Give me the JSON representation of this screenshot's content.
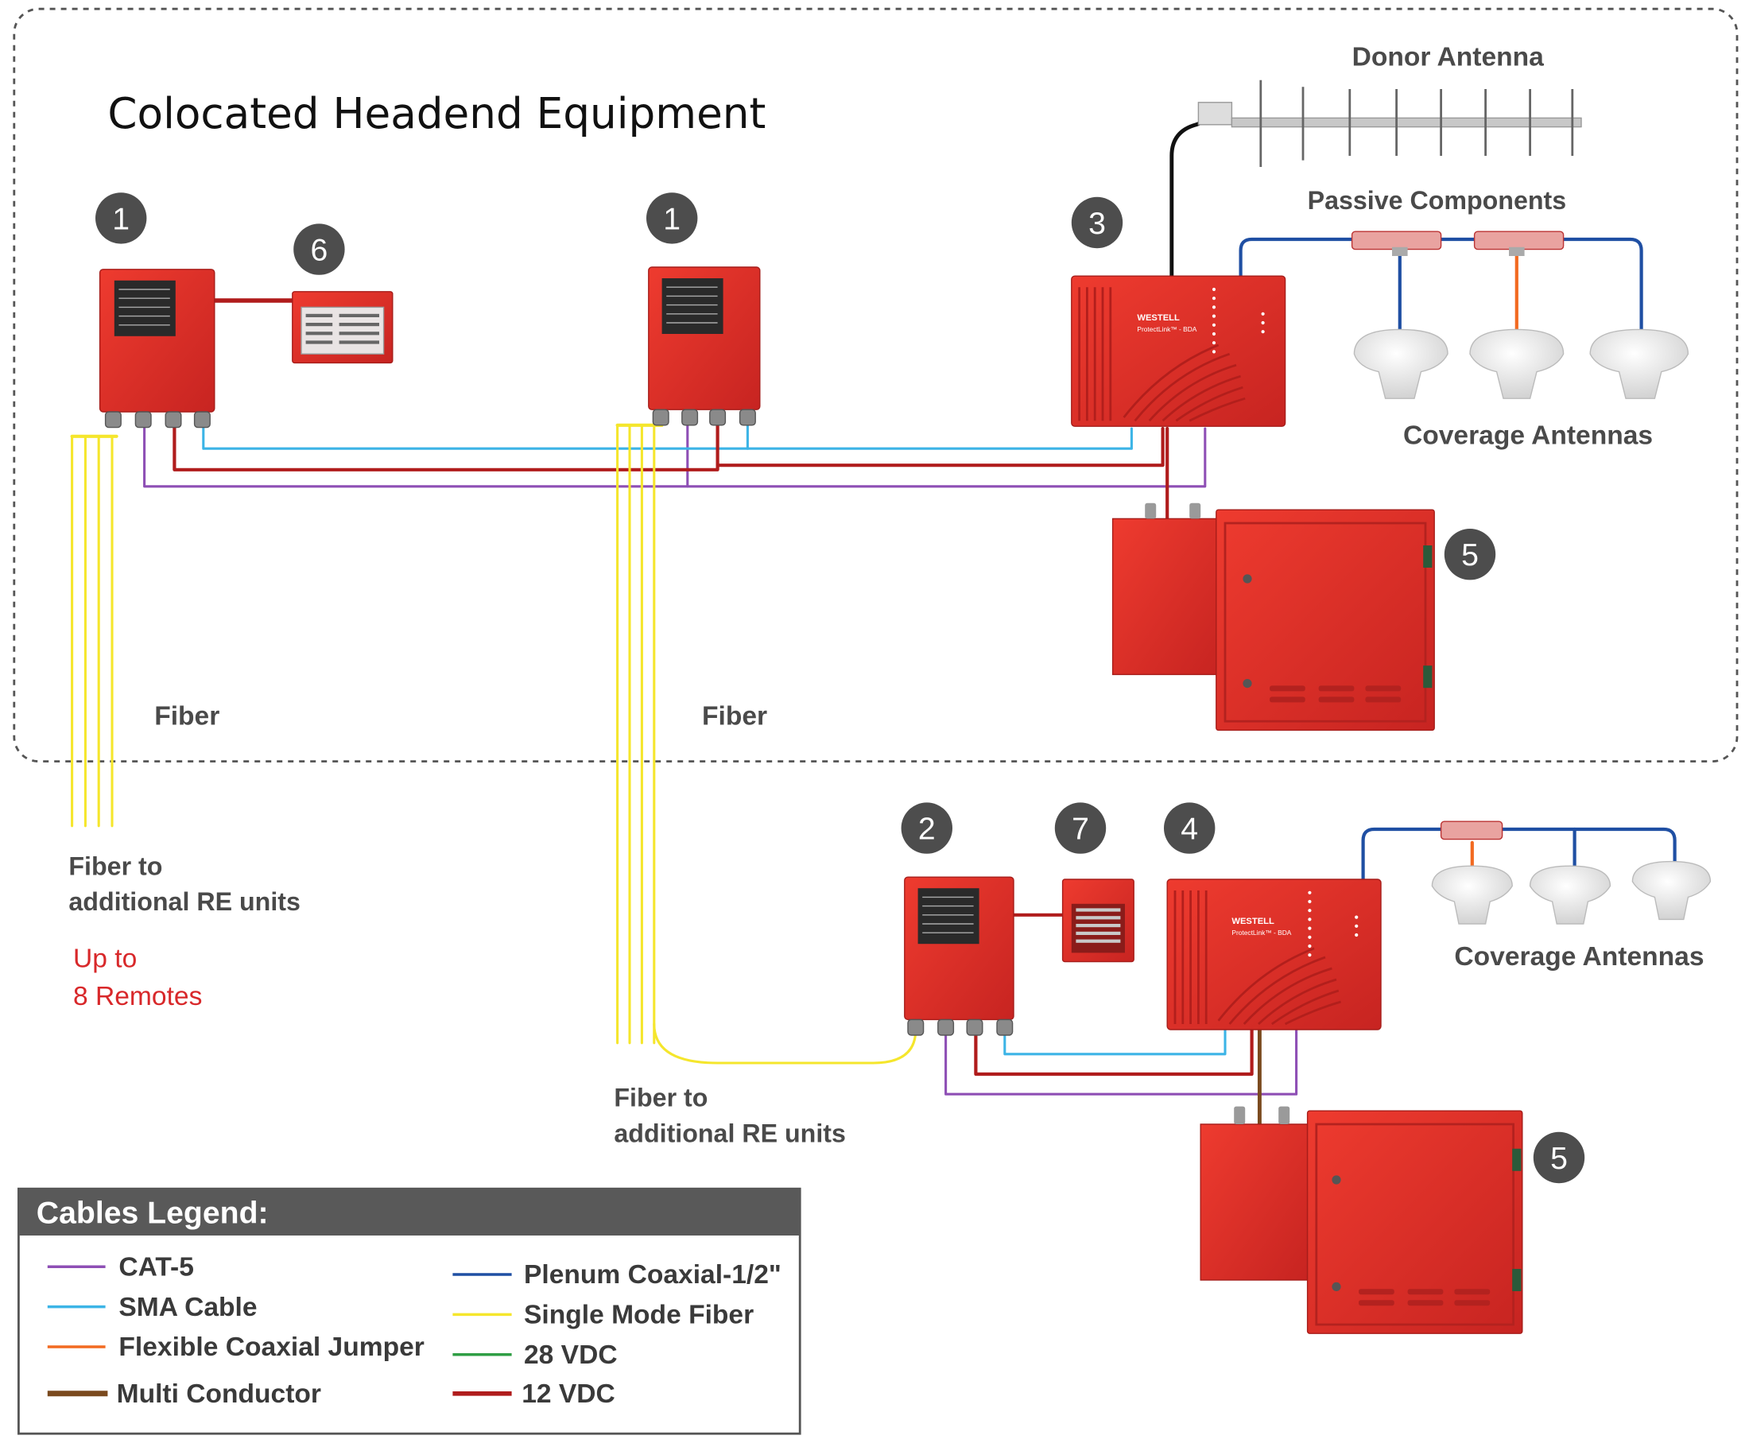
{
  "title": "Colocated Headend Equipment",
  "labels": {
    "donor_antenna": "Donor Antenna",
    "passive_components": "Passive Components",
    "coverage_antennas_top": "Coverage Antennas",
    "coverage_antennas_bottom": "Coverage Antennas",
    "fiber_left": "Fiber",
    "fiber_mid": "Fiber",
    "fiber_to_left_1": "Fiber to",
    "fiber_to_left_2": "additional RE units",
    "fiber_to_bottom_1": "Fiber to",
    "fiber_to_bottom_2": "additional RE units",
    "up_to_1": "Up to",
    "up_to_2": "8 Remotes",
    "brand": "WESTELL",
    "model": "ProtectLink™ - BDA"
  },
  "badges": {
    "b1a": "1",
    "b1b": "1",
    "b6": "6",
    "b3": "3",
    "b5a": "5",
    "b2": "2",
    "b7": "7",
    "b4": "4",
    "b5b": "5"
  },
  "legend": {
    "title": "Cables Legend:",
    "items": [
      {
        "label": "CAT-5",
        "color": "#8e4fb5"
      },
      {
        "label": "SMA Cable",
        "color": "#3cb4e6"
      },
      {
        "label": "Flexible Coaxial Jumper",
        "color": "#f26a21"
      },
      {
        "label": "Multi Conductor",
        "color": "#7a4a1e"
      },
      {
        "label": "Plenum Coaxial-1/2\"",
        "color": "#1f4fa3"
      },
      {
        "label": "Single Mode Fiber",
        "color": "#f5e62c"
      },
      {
        "label": "28 VDC",
        "color": "#2f9e44"
      },
      {
        "label": "12 VDC",
        "color": "#b01c1c"
      }
    ]
  },
  "colors": {
    "equipment_red": "#e0312b",
    "badge": "#4d4d4d",
    "border_dash": "#555555"
  }
}
